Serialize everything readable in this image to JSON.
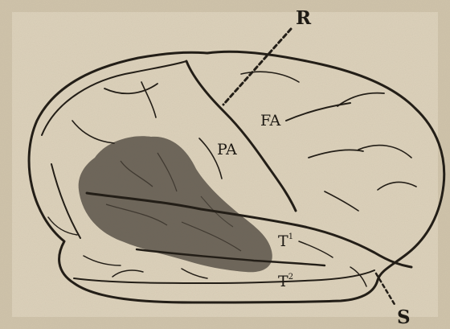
{
  "labels": {
    "r": "R",
    "fa": "FA",
    "pa": "PA",
    "t1": "T",
    "t1_sup": "1",
    "t2": "T",
    "t2_sup": "2",
    "s": "S"
  },
  "colors": {
    "paper": "#ddd2bb",
    "ink": "#231e17",
    "shading": "#6e665a"
  }
}
